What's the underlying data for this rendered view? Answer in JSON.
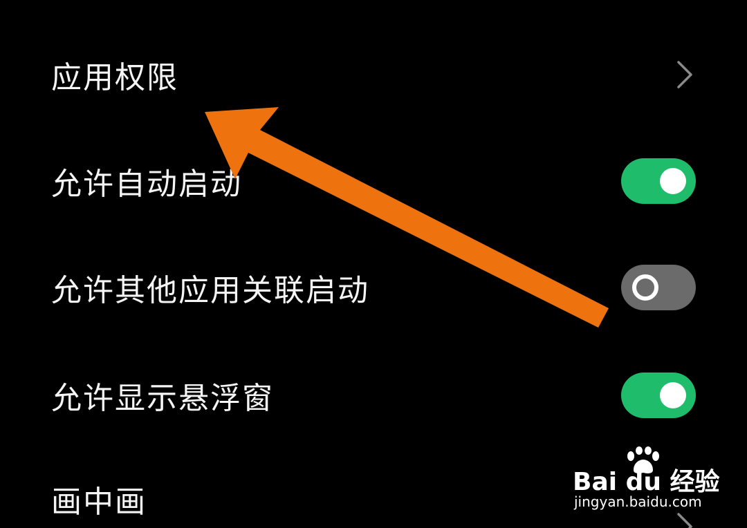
{
  "settings": {
    "items": [
      {
        "label": "应用权限",
        "control": "chevron"
      },
      {
        "label": "允许自动启动",
        "control": "toggle",
        "enabled": true
      },
      {
        "label": "允许其他应用关联启动",
        "control": "toggle",
        "enabled": false
      },
      {
        "label": "允许显示悬浮窗",
        "control": "toggle",
        "enabled": true
      },
      {
        "label": "画中画",
        "control": "chevron"
      }
    ]
  },
  "annotation": {
    "arrow_color": "#ee730f",
    "icon": "arrow-icon"
  },
  "watermark": {
    "brand": "Bai du 经验",
    "url": "jingyan.baidu.com",
    "icon": "paw-icon"
  },
  "colors": {
    "background": "#000000",
    "text": "#f5f5f5",
    "toggle_on": "#1fbd6b",
    "toggle_off": "#6b6b6b",
    "chevron": "#8a8a8a"
  }
}
